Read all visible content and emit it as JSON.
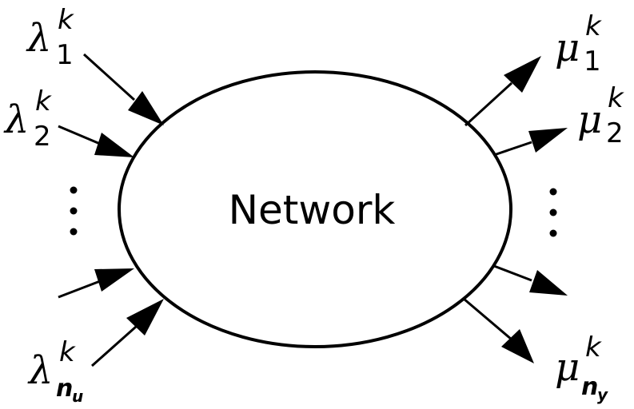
{
  "diagram": {
    "center_label": "Network",
    "inputs": [
      {
        "symbol": "λ",
        "superscript": "k",
        "subscript": "1"
      },
      {
        "symbol": "λ",
        "superscript": "k",
        "subscript": "2"
      },
      {
        "symbol": "λ",
        "superscript": "k",
        "subscript": "n",
        "sub_subscript": "u"
      }
    ],
    "outputs": [
      {
        "symbol": "μ",
        "superscript": "k",
        "subscript": "1"
      },
      {
        "symbol": "μ",
        "superscript": "k",
        "subscript": "2"
      },
      {
        "symbol": "μ",
        "superscript": "k",
        "subscript": "n",
        "sub_subscript": "y"
      }
    ],
    "colors": {
      "stroke": "#000000",
      "background": "#ffffff"
    }
  }
}
